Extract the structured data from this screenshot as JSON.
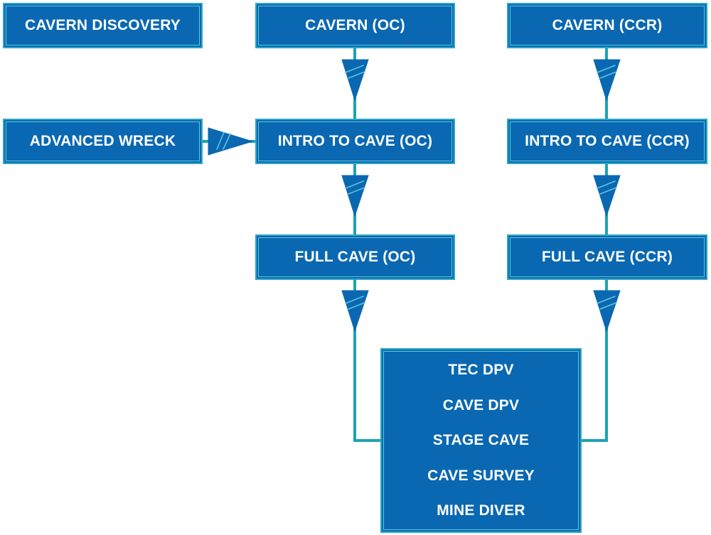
{
  "nodes": {
    "cavern_discovery": "CAVERN DISCOVERY",
    "cavern_oc": "CAVERN (OC)",
    "cavern_ccr": "CAVERN (CCR)",
    "advanced_wreck": "ADVANCED WRECK",
    "intro_cave_oc": "INTRO TO CAVE (OC)",
    "intro_cave_ccr": "INTRO TO CAVE (CCR)",
    "full_cave_oc": "FULL CAVE (OC)",
    "full_cave_ccr": "FULL CAVE (CCR)",
    "specialties": [
      "TEC DPV",
      "CAVE DPV",
      "STAGE CAVE",
      "CAVE SURVEY",
      "MINE DIVER"
    ]
  },
  "edges": [
    {
      "from": "cavern_oc",
      "to": "intro_cave_oc"
    },
    {
      "from": "intro_cave_oc",
      "to": "full_cave_oc"
    },
    {
      "from": "full_cave_oc",
      "to": "specialties"
    },
    {
      "from": "cavern_ccr",
      "to": "intro_cave_ccr"
    },
    {
      "from": "intro_cave_ccr",
      "to": "full_cave_ccr"
    },
    {
      "from": "full_cave_ccr",
      "to": "specialties"
    },
    {
      "from": "advanced_wreck",
      "to": "intro_cave_oc"
    }
  ],
  "colors": {
    "box_fill": "#0a68b2",
    "box_border": "#2aa8c4",
    "connector": "#1aa3b4",
    "arrow_fill": "#0a68b2",
    "text": "#ffffff"
  }
}
